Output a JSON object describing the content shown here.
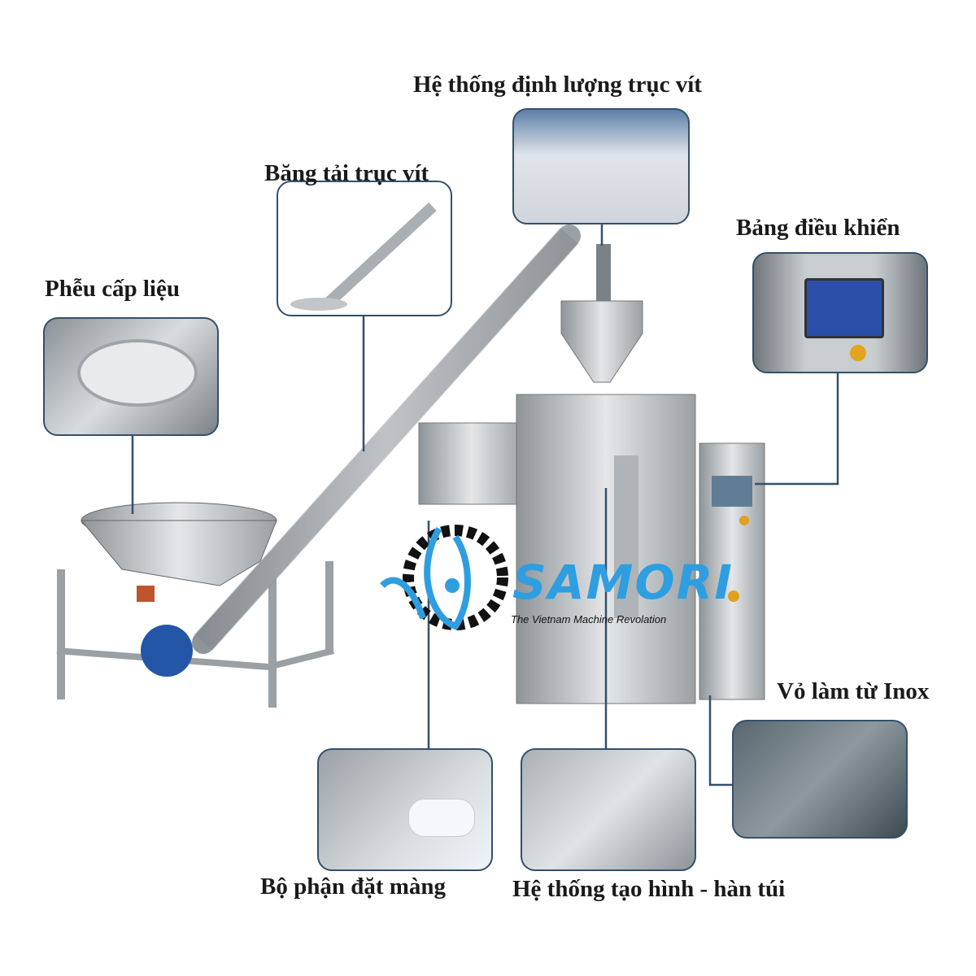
{
  "labels": {
    "auger_filler": "Hệ thống định lượng trục vít",
    "screw_conveyor": "Băng tải trục vít",
    "control_panel": "Bảng điều khiển",
    "feed_hopper": "Phễu cấp liệu",
    "stainless_body": "Vỏ làm từ Inox",
    "film_holder": "Bộ phận đặt màng",
    "forming_sealing": "Hệ thống tạo hình - hàn túi"
  },
  "logo": {
    "name": "SAMORI",
    "tagline": "The Vietnam Machine Revolation",
    "color": "#2f9ee0"
  },
  "colors": {
    "connector": "#34506a",
    "steel": "#b9bdc0"
  }
}
